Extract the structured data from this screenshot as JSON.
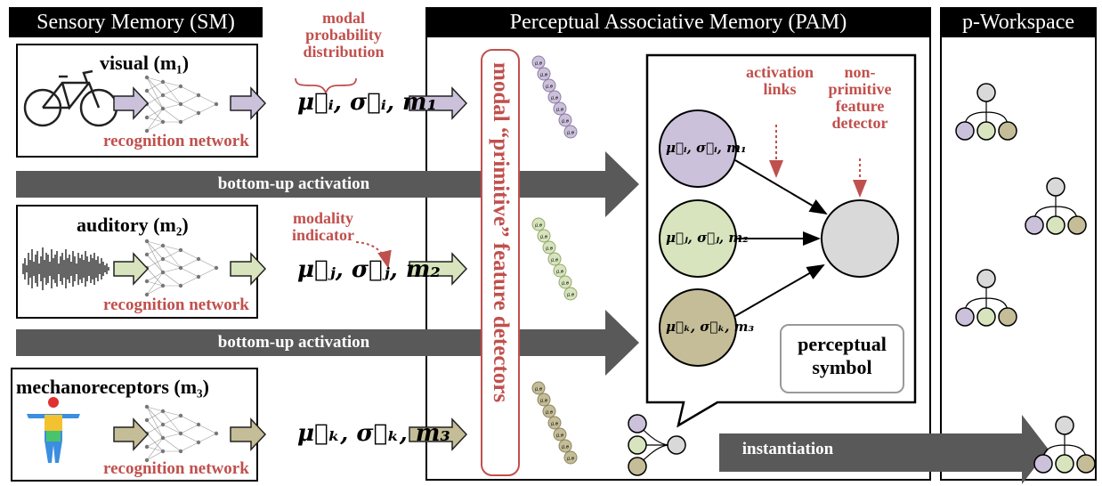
{
  "headers": {
    "sm": "Sensory Memory (SM)",
    "pam": "Perceptual Associative Memory (PAM)",
    "workspace": "p-Workspace"
  },
  "modalities": [
    {
      "title": "visual (m₁)",
      "recognition": "recognition network",
      "params": "μ⃗ᵢ, σ⃗ᵢ, m₁"
    },
    {
      "title": "auditory (m₂)",
      "recognition": "recognition network",
      "params": "μ⃗ⱼ, σ⃗ⱼ, m₂"
    },
    {
      "title": "mechanoreceptors (m₃)",
      "recognition": "recognition network",
      "params": "μ⃗ₖ, σ⃗ₖ, m₃"
    }
  ],
  "annotations": {
    "modal_distribution": "modal probability distribution",
    "modality_indicator": "modality indicator",
    "activation_links": "activation links",
    "non_primitive": "non-primitive feature detector"
  },
  "bands": {
    "bottom_up_1": "bottom-up activation",
    "bottom_up_2": "bottom-up activation",
    "instantiation": "instantiation"
  },
  "feature_detectors_label": "modal “primitive” feature detectors",
  "small_node_label": "μ⃗,σ⃗",
  "pam_nodes": [
    {
      "text": "μ⃗ᵢ, σ⃗ᵢ, m₁",
      "color": "#ccc1da"
    },
    {
      "text": "μ⃗ⱼ, σ⃗ⱼ, m₂",
      "color": "#d7e4bd"
    },
    {
      "text": "μ⃗ₖ, σ⃗ₖ, m₃",
      "color": "#c4bd97"
    }
  ],
  "perceptual_symbol": "perceptual symbol",
  "colors": {
    "purple": "#ccc1da",
    "green": "#d7e4bd",
    "tan": "#c4bd97",
    "gray": "#d9d9d9",
    "red": "#c0504d",
    "band": "#595959"
  }
}
